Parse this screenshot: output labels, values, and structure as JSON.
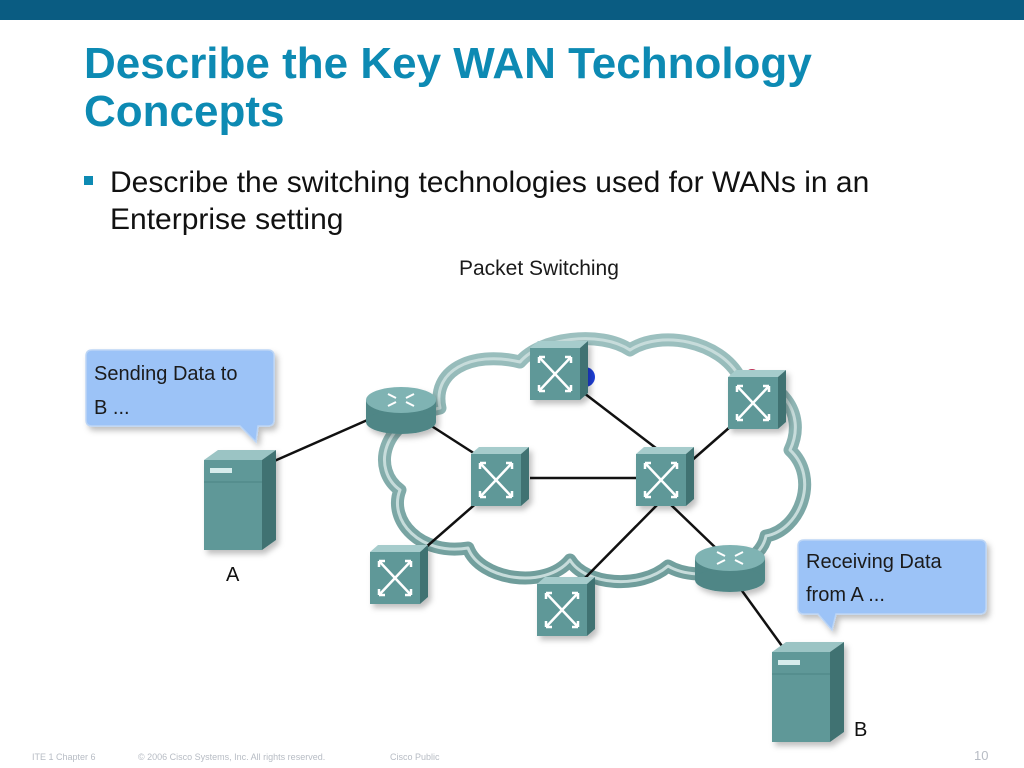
{
  "slide": {
    "title": "Describe the Key WAN Technology Concepts",
    "bullet": "Describe the switching technologies used for WANs in an Enterprise setting"
  },
  "diagram": {
    "caption": "Packet Switching",
    "bubble_send": [
      "Sending Data to",
      "B ..."
    ],
    "bubble_receive": [
      "Receiving Data",
      "from A ..."
    ],
    "host_a_label": "A",
    "host_b_label": "B"
  },
  "footer": {
    "chapter": "ITE 1 Chapter 6",
    "copyright": "© 2006 Cisco Systems, Inc. All rights reserved.",
    "classification": "Cisco Public",
    "page": "10"
  },
  "colors": {
    "title": "#0d8ab3",
    "top_bar": "#0a5c82",
    "device": "#5e9898",
    "cloud": "#7ba8a6",
    "bubble": "#9cc3f7"
  }
}
